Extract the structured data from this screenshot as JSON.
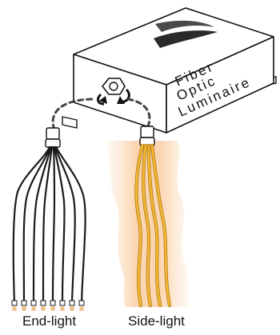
{
  "luminaire": {
    "label_line1": "Fiber",
    "label_line2": "Optic",
    "label_line3": "Luminaire"
  },
  "captions": {
    "end_light": "End-light",
    "side_light": "Side-light"
  },
  "colors": {
    "housing_fill": "#ffffff",
    "housing_stroke": "#111111",
    "end_fiber": "#1a1a1a",
    "side_fiber": "#f2b530",
    "glow": "#fbd9b8",
    "end_tip": "#f0c088",
    "dashed_path": "#555555"
  },
  "icons": [
    "luminaire-logo-icon",
    "port-rotate-icon"
  ]
}
